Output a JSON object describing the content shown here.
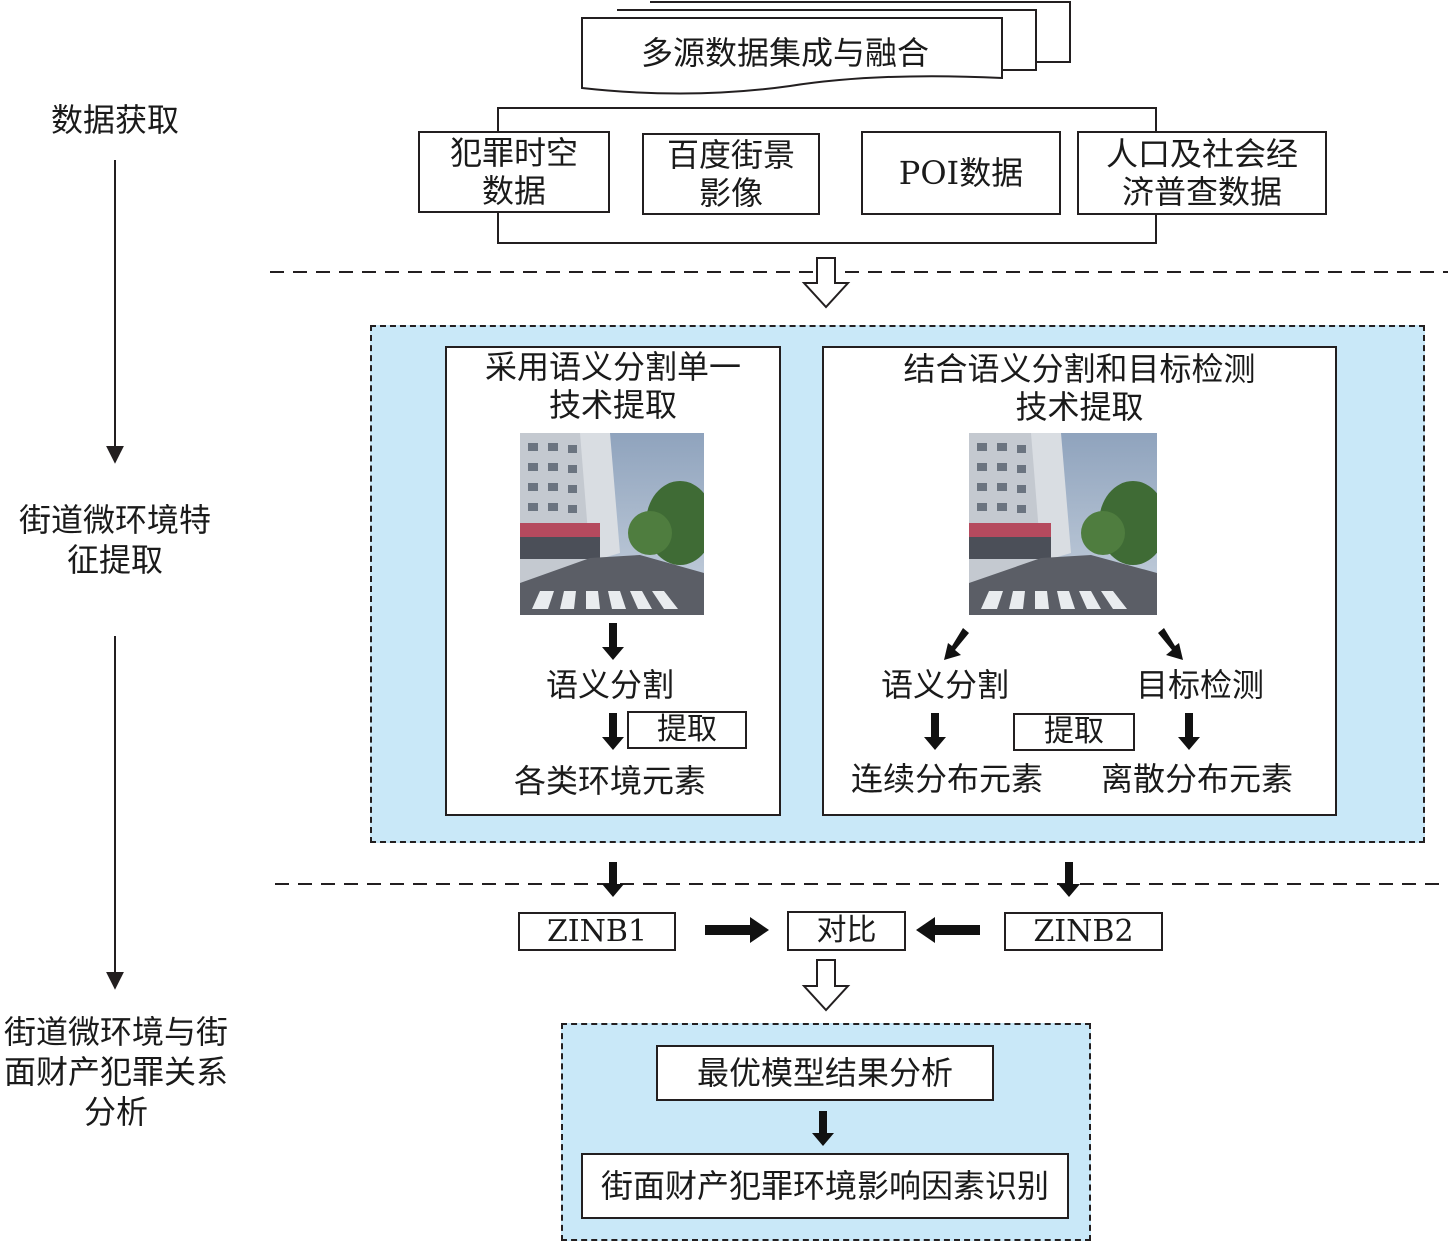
{
  "stages": {
    "acquisition": "数据获取",
    "extraction": "街道微环境特\n征提取",
    "analysis": "街道微环境与街\n面财产犯罪关系\n分析"
  },
  "sources": {
    "header": "多源数据集成与融合",
    "crime": "犯罪时空\n数据",
    "baidu": "百度街景\n影像",
    "poi": "POI数据",
    "census": "人口及社会经\n济普查数据"
  },
  "left_panel": {
    "title": "采用语义分割单一\n技术提取",
    "step": "语义分割",
    "extract_label": "提取",
    "result": "各类环境元素"
  },
  "right_panel": {
    "title": "结合语义分割和目标检测\n技术提取",
    "step_seg": "语义分割",
    "step_det": "目标检测",
    "extract_label": "提取",
    "result_cont": "连续分布元素",
    "result_disc": "离散分布元素"
  },
  "models": {
    "zinb1": "ZINB1",
    "compare": "对比",
    "zinb2": "ZINB2"
  },
  "results": {
    "best_model": "最优模型结果分析",
    "factors": "街面财产犯罪环境影响因素识别"
  },
  "colors": {
    "shade": "#c9e8f8",
    "line": "#231f20"
  }
}
